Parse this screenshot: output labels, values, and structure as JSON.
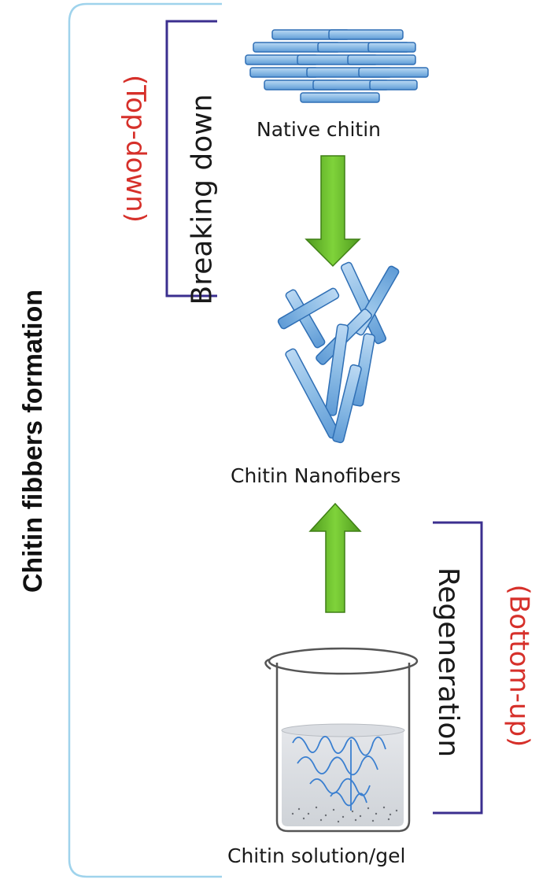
{
  "title": "Chitin fibbers formation",
  "stages": {
    "top": "Native chitin",
    "middle": "Chitin Nanofibers",
    "bottom": "Chitin solution/gel"
  },
  "processes": {
    "top": {
      "name": "Breaking down",
      "direction": "(Top-down)"
    },
    "bottom": {
      "name": "Regeneration",
      "direction": "(Bottom-up)"
    }
  },
  "colors": {
    "fiber_fill": "#8dbde6",
    "fiber_stroke": "#2f6fb5",
    "arrow_green": "#6cc02e",
    "bracket": "#3b2f8f",
    "direction_text": "#d6302a",
    "outer_bracket": "#9fd3ec"
  },
  "icons": [
    "beaker-icon",
    "arrow-down-icon",
    "arrow-up-icon"
  ]
}
